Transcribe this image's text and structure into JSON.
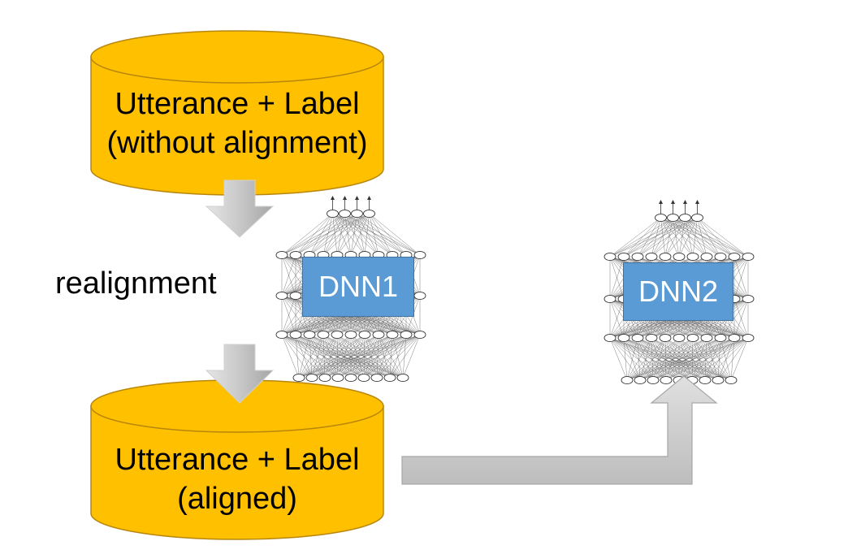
{
  "top_db": {
    "line1": "Utterance + Label",
    "line2": "(without alignment)"
  },
  "bottom_db": {
    "line1": "Utterance + Label",
    "line2": "(aligned)"
  },
  "realign_label": "realignment",
  "dnn1": {
    "label": "DNN1"
  },
  "dnn2": {
    "label": "DNN2"
  },
  "colors": {
    "database_fill": "#ffc000",
    "database_stroke": "#b8860b",
    "dnn_box": "#5b9bd5",
    "arrow_gray": "#bfbfbf",
    "node_stroke": "#333333"
  },
  "network": {
    "output_arrows": 4,
    "layer_node_counts": [
      4,
      11,
      11,
      11,
      9
    ]
  }
}
